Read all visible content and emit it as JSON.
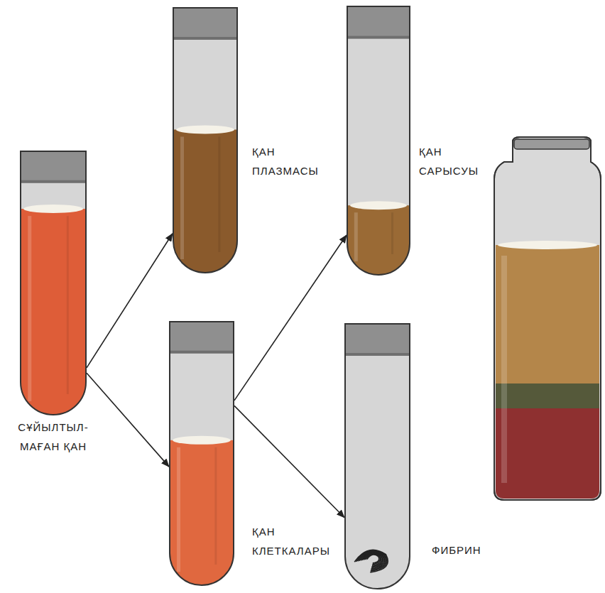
{
  "diagram": {
    "nodes": [
      {
        "text": [
          "СҰЙЫЛТЫЛ- МАҒАН ҚАН"
        ]
      },
      {
        "text": [
          "ҚАН ПЛАЗМАСЫ"
        ]
      },
      {
        "text": [
          "ҚАН КЛЕТКАЛАРЫ"
        ]
      },
      {
        "text": [
          "ҚАН САРЫСУЫ"
        ]
      },
      {
        "text": [
          "ФИБРИН"
        ]
      }
    ],
    "edges": [
      {
        "from": 0,
        "to": 1,
        "arrow": "to"
      },
      {
        "from": 0,
        "to": 2,
        "arrow": "to"
      },
      {
        "from": 2,
        "to": 3,
        "arrow": "to"
      },
      {
        "from": 2,
        "to": 4,
        "arrow": "to"
      }
    ]
  }
}
